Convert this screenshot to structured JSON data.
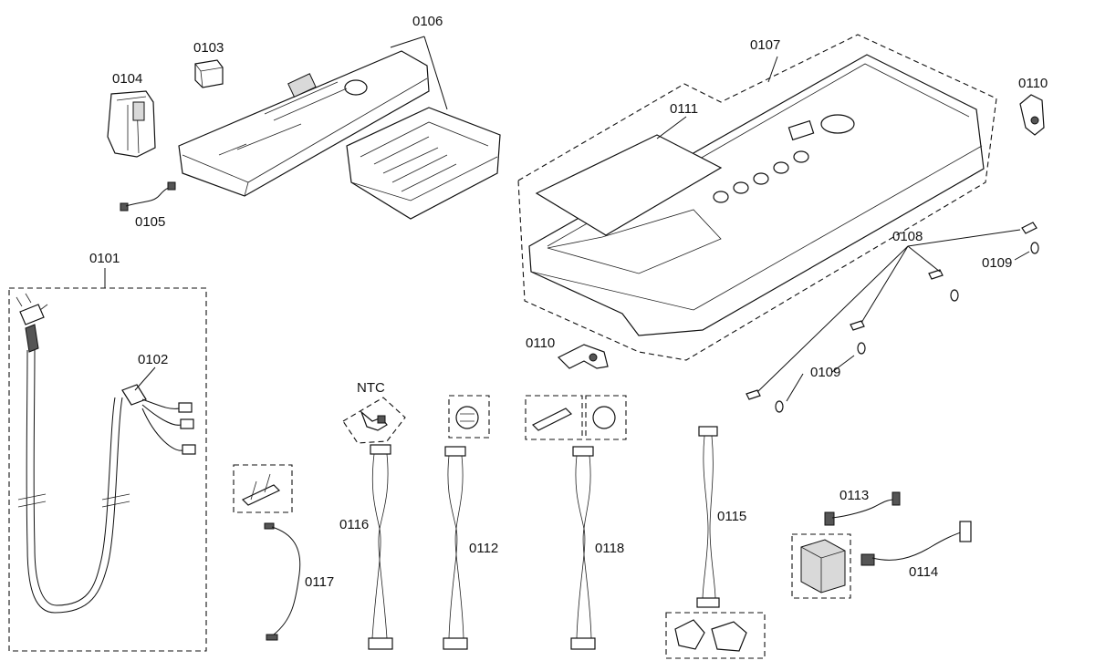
{
  "labels": {
    "p0101": "0101",
    "p0102": "0102",
    "p0103": "0103",
    "p0104": "0104",
    "p0105": "0105",
    "p0106": "0106",
    "p0107": "0107",
    "p0108": "0108",
    "p0109a": "0109",
    "p0109b": "0109",
    "p0110a": "0110",
    "p0110b": "0110",
    "p0111": "0111",
    "p0112": "0112",
    "p0113": "0113",
    "p0114": "0114",
    "p0115": "0115",
    "p0116": "0116",
    "p0117": "0117",
    "p0118": "0118",
    "ntc": "NTC"
  }
}
